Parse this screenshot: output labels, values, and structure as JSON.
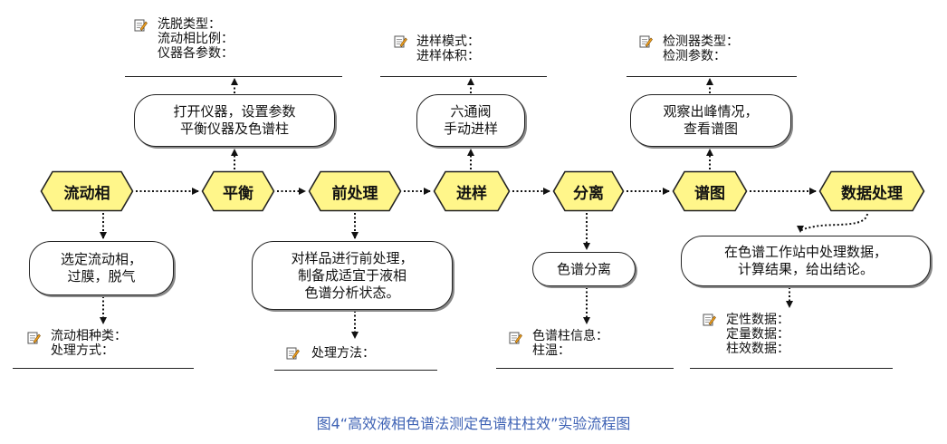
{
  "steps": [
    {
      "label": "流动相"
    },
    {
      "label": "平衡"
    },
    {
      "label": "前处理"
    },
    {
      "label": "进样"
    },
    {
      "label": "分离"
    },
    {
      "label": "谱图"
    },
    {
      "label": "数据处理"
    }
  ],
  "boxes": {
    "balance": {
      "lines": [
        "打开仪器，设置参数",
        "平衡仪器及色谱柱"
      ]
    },
    "inject": {
      "lines": [
        "六通阀",
        "手动进样"
      ]
    },
    "spectrum": {
      "lines": [
        "观察出峰情况，",
        "查看谱图"
      ]
    },
    "mobile": {
      "lines": [
        "选定流动相，",
        "过膜，脱气"
      ]
    },
    "pretreat": {
      "lines": [
        "对样品进行前处理，",
        "制备成适宜于液相",
        "色谱分析状态。"
      ]
    },
    "separate": {
      "lines": [
        "色谱分离"
      ]
    },
    "data": {
      "lines": [
        "在色谱工作站中处理数据，",
        "计算结果，给出结论。"
      ]
    }
  },
  "notes": {
    "balance": [
      "洗脱类型：",
      "流动相比例：",
      "仪器各参数："
    ],
    "inject": [
      "进样模式：",
      "进样体积："
    ],
    "spectrum": [
      "检测器类型：",
      "检测参数："
    ],
    "mobile": [
      "流动相种类：",
      "处理方式："
    ],
    "pretreat": [
      "处理方法："
    ],
    "separate": [
      "色谱柱信息：",
      "柱温："
    ],
    "data": [
      "定性数据：",
      "定量数据：",
      "柱效数据："
    ]
  },
  "caption": "图4“高效液相色谱法测定色谱柱柱效”实验流程图",
  "colors": {
    "hex_fill": "#fff68a",
    "hex_stroke": "#222222",
    "caption": "#3f63b5"
  },
  "icons": {
    "note": "notepad-pencil-icon"
  }
}
